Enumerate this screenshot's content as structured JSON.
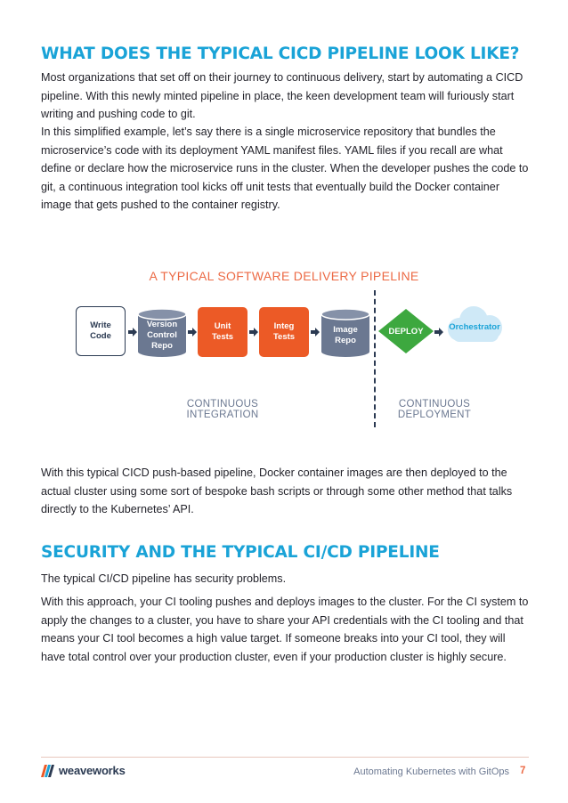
{
  "section1": {
    "heading": "WHAT DOES THE TYPICAL CICD PIPELINE LOOK LIKE?",
    "para1": "Most organizations that set off on their journey to continuous delivery, start by automating a CICD pipeline. With this newly minted pipeline in place, the keen development team will furiously start writing and pushing code to git.",
    "para2": "In this simplified example, let’s say there is a single microservice repository that bundles the microservice’s code with its deployment YAML manifest files. YAML files if you recall are what define or declare how the microservice runs in the cluster.  When the developer pushes the code to git, a continuous integration tool kicks off unit tests that eventually build the Docker container image that gets pushed to the container registry."
  },
  "diagram": {
    "title": "A TYPICAL SOFTWARE DELIVERY PIPELINE",
    "write_code": "Write Code",
    "version_control": "Version Control Repo",
    "unit_tests": "Unit Tests",
    "integ_tests": "Integ Tests",
    "image_repo": "Image Repo",
    "deploy": "DEPLOY",
    "orchestrator": "Orchestrator",
    "continuous_integration": "CONTINUOUS INTEGRATION",
    "continuous_deployment": "CONTINUOUS DEPLOYMENT",
    "colors": {
      "navy": "#2b3a52",
      "slate": "#6b7891",
      "orange": "#ec5a26",
      "green": "#3da83f",
      "cloud": "#cfe9f7"
    }
  },
  "para3": "With this typical CICD push-based pipeline, Docker container images are then deployed to the actual cluster using some sort of bespoke bash scripts or through some other method that talks directly to the Kubernetes’ API.",
  "section2": {
    "heading": "SECURITY AND THE TYPICAL CI/CD PIPELINE",
    "para1": "The typical CI/CD pipeline has security problems.",
    "para2": "With this approach, your CI tooling pushes and deploys images to the cluster. For the CI system to apply the changes to a cluster, you have to share your API credentials with the CI tooling and that means your CI tool becomes a high value target. If someone breaks into your CI tool, they will have total control over your production cluster, even if your production cluster is highly secure."
  },
  "footer": {
    "logo_text": "weaveworks",
    "doc_title": "Automating Kubernetes with GitOps",
    "page_number": "7"
  },
  "accent_colors": {
    "heading": "#1aa3d7",
    "page_number": "#ec6a45"
  }
}
